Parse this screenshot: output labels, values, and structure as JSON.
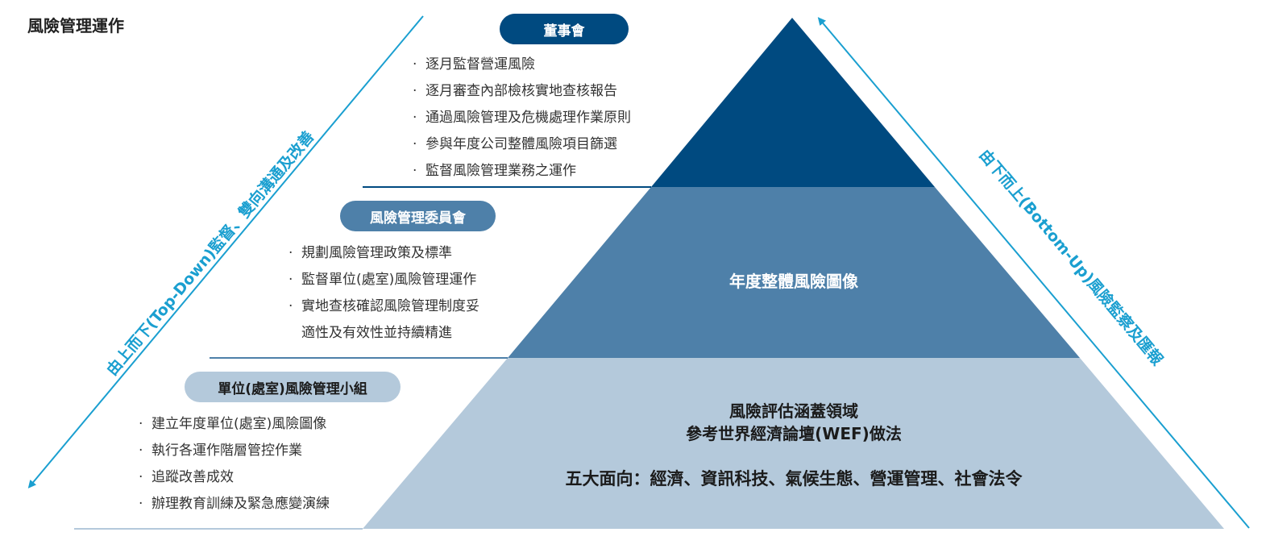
{
  "title": "風險管理運作",
  "colors": {
    "dark": "#004a80",
    "mid": "#4e80a9",
    "light": "#b4c9db",
    "arrow": "#1a9fd0"
  },
  "tiers": [
    {
      "label": "董事會",
      "items": [
        "逐月監督營運風險",
        "逐月審查內部檢核實地查核報告",
        "通過風險管理及危機處理作業原則",
        "參與年度公司整體風險項目篩選",
        "監督風險管理業務之運作"
      ]
    },
    {
      "label": "風險管理委員會",
      "items": [
        "規劃風險管理政策及標準",
        "監督單位(處室)風險管理運作",
        "實地查核確認風險管理制度妥",
        "適性及有效性並持續精進"
      ]
    },
    {
      "label": "單位(處室)風險管理小組",
      "items": [
        "建立年度單位(處室)風險圖像",
        "執行各運作階層管控作業",
        "追蹤改善成效",
        "辦理教育訓練及緊急應變演練"
      ]
    }
  ],
  "pyramid": {
    "middle_text": "年度整體風險圖像",
    "bottom_line1": "風險評估涵蓋領域",
    "bottom_line2": "參考世界經濟論壇(WEF)做法",
    "bottom_line3": "五大面向：經濟、資訊科技、氣候生態、營運管理、社會法令"
  },
  "arrows": {
    "top_down": "由上而下(Top-Down)監督、雙向溝通及改善",
    "bottom_up": "由下而上(Bottom-Up)風險監察及匯報"
  },
  "bullet": "·"
}
